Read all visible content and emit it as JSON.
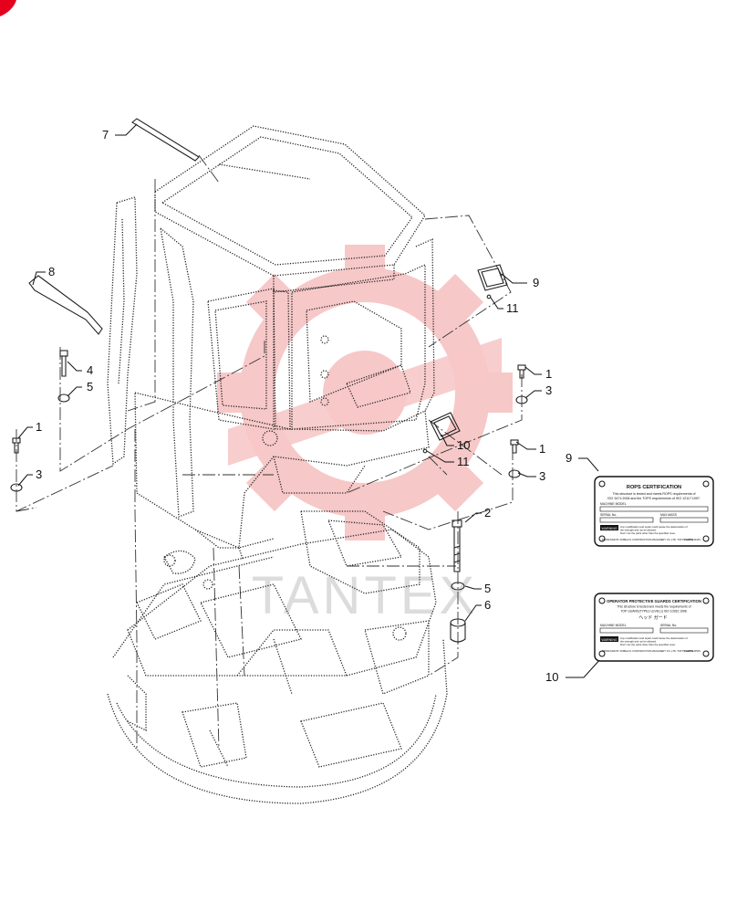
{
  "watermark": {
    "text": "TANTEX",
    "gear_color": "#f7c8c8",
    "text_color": "#dcdcdc"
  },
  "corner_mark_color": "#e5001e",
  "callouts": [
    {
      "id": "c7",
      "label": "7"
    },
    {
      "id": "c8",
      "label": "8"
    },
    {
      "id": "c4",
      "label": "4"
    },
    {
      "id": "c5a",
      "label": "5"
    },
    {
      "id": "c1a",
      "label": "1"
    },
    {
      "id": "c3a",
      "label": "3"
    },
    {
      "id": "c9",
      "label": "9"
    },
    {
      "id": "c11a",
      "label": "11"
    },
    {
      "id": "c1b",
      "label": "1"
    },
    {
      "id": "c3b",
      "label": "3"
    },
    {
      "id": "c10",
      "label": "10"
    },
    {
      "id": "c11b",
      "label": "11"
    },
    {
      "id": "c1c",
      "label": "1"
    },
    {
      "id": "c3c",
      "label": "3"
    },
    {
      "id": "c2",
      "label": "2"
    },
    {
      "id": "c5b",
      "label": "5"
    },
    {
      "id": "c6",
      "label": "6"
    },
    {
      "id": "c9p",
      "label": "9"
    },
    {
      "id": "c10p",
      "label": "10"
    }
  ],
  "rops_plate": {
    "title": "ROPS CERTIFICATION",
    "line1": "This structure is tested and meets ROPS requirements of",
    "line2": "ISO 3471:2008 and the TOPS requirements of ISO 12117:1997.",
    "field_model": "MACHINE MODEL",
    "field_serial": "SERIAL No.",
    "field_max_mass": "MAX.MASS",
    "warning": "WARNING",
    "warn1": "Any modification and repair could cause the deterioration of",
    "warn2": "the strength and not be allowed.",
    "warn3": "Don't mix the parts other than the specified ones.",
    "maker": "PRODUCED BY KOBELCO CONSTRUCTION MACHINERY CO.,LTD. TOKYO,JAPAN",
    "code": "YN20T01234P1"
  },
  "opg_plate": {
    "title": "OPERATOR PROTECTIVE GUARDS CERTIFICATION",
    "line1": "This structure is tested and meets the requirements of",
    "line2": "TOP GUARD(TYPE1-LEVEL1) ISO 10262:1998.",
    "handwritten": "ヘッド ガード",
    "field_model": "MACHINE MODEL",
    "field_serial": "SERIAL No.",
    "warning": "WARNING",
    "warn1": "Any modification and repair could cause the deterioration of",
    "warn2": "the strength and not be allowed.",
    "warn3": "Don't mix the parts other than the specified ones.",
    "maker": "PRODUCED BY KOBELCO CONSTRUCTION MACHINERY CO.,LTD. TOKYO,JAPAN",
    "code": "YN20T01235P1"
  }
}
